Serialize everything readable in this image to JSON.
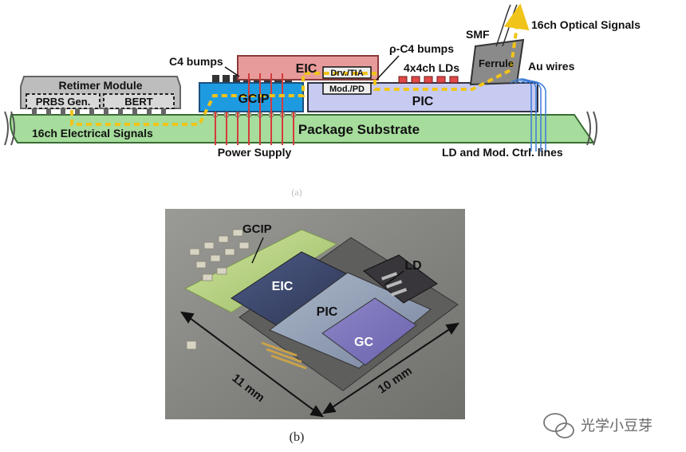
{
  "top": {
    "retimer_module": "Retimer Module",
    "prbs": "PRBS Gen.",
    "bert": "BERT",
    "electrical_signals": "16ch Electrical Signals",
    "c4_bumps": "C4 bumps",
    "gcip": "GCIP",
    "eic": "EIC",
    "drv_tia": "Drv./TIA",
    "mod_pd": "Mod./PD",
    "rho_c4": "ρ-C4 bumps",
    "lds": "4x4ch LDs",
    "pic": "PIC",
    "smf": "SMF",
    "ferrule": "Ferrule",
    "au_wires": "Au wires",
    "optical_signals": "16ch Optical Signals",
    "package_substrate": "Package Substrate",
    "power_supply": "Power Supply",
    "ld_mod_lines": "LD and Mod. Ctrl. lines",
    "subfig_a": "(a)"
  },
  "photo": {
    "gcip": "GCIP",
    "eic": "EIC",
    "ld": "LD",
    "pic": "PIC",
    "gc": "GC",
    "dim_11": "11 mm",
    "dim_10": "10 mm"
  },
  "caption_b": "(b)",
  "watermark": "光学小豆芽",
  "colors": {
    "substrate": "#a6dc9c",
    "gcip": "#1e9be0",
    "eic": "#e89b9b",
    "pic": "#c7cbf2",
    "signal": "#f0c419",
    "retimer": "#bdbdbd"
  }
}
